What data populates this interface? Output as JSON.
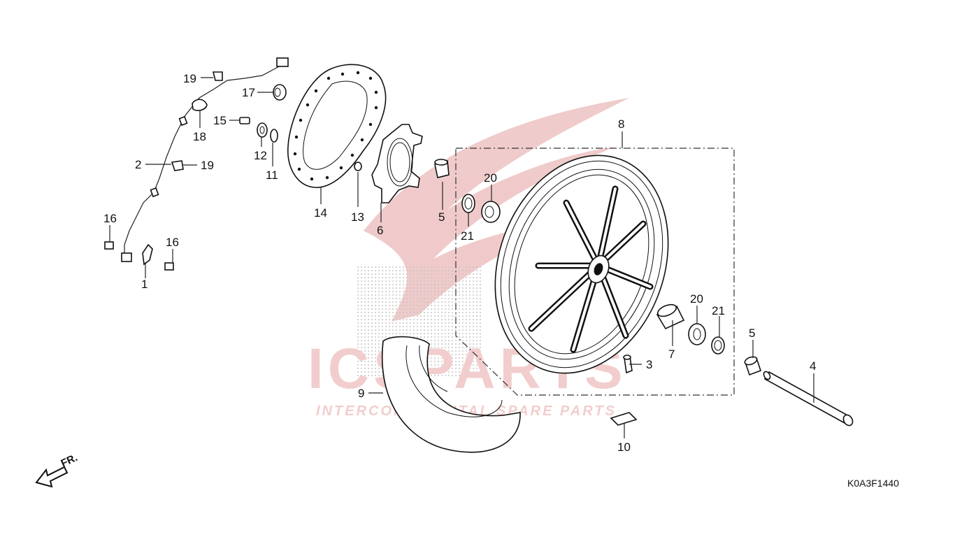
{
  "watermark": {
    "brand": "ICSPARTS",
    "tagline": "INTERCONTINENTAL SPARE PARTS",
    "color": "#e8a6a6"
  },
  "diagram_code": "K0A3F1440",
  "front_label": "FR.",
  "callouts": {
    "c1": "1",
    "c2": "2",
    "c3": "3",
    "c4": "4",
    "c5a": "5",
    "c5b": "5",
    "c6": "6",
    "c7": "7",
    "c8": "8",
    "c9": "9",
    "c10": "10",
    "c11": "11",
    "c12": "12",
    "c13": "13",
    "c14": "14",
    "c15": "15",
    "c16a": "16",
    "c16b": "16",
    "c17": "17",
    "c18": "18",
    "c19a": "19",
    "c19b": "19",
    "c20a": "20",
    "c20b": "20",
    "c21a": "21",
    "c21b": "21"
  }
}
